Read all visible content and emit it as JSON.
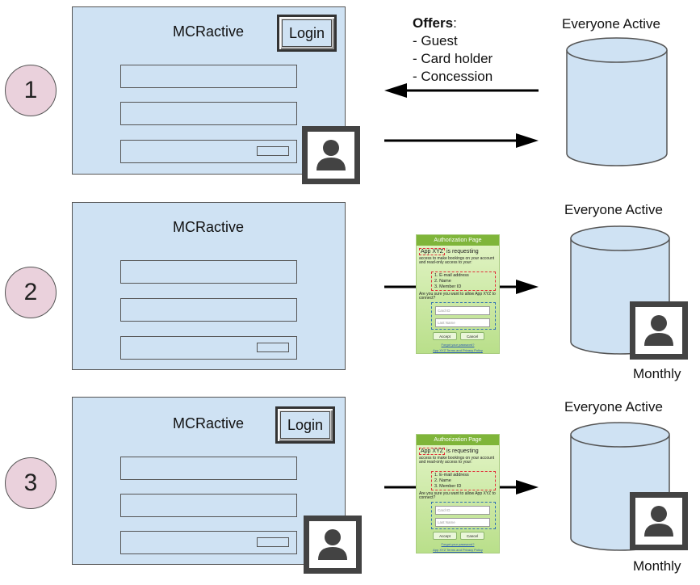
{
  "app_name": "MCRactive",
  "login_label": "Login",
  "provider_name": "Everyone Active",
  "monthly_label": "Monthly",
  "offers": {
    "heading": "Offers",
    "items": [
      "- Guest",
      "- Card holder",
      "- Concession"
    ]
  },
  "steps": [
    "1",
    "2",
    "3"
  ],
  "auth_page": {
    "title": "Authorization Page",
    "app": "App XYZ",
    "requesting": "is requesting",
    "description": "access to make bookings on your account and read-only access to your:",
    "permissions": [
      "1.   E-mail address",
      "2.   Name",
      "3.   Member ID"
    ],
    "question": "Are you sure you want to allow App XYZ to connect?",
    "card_id_placeholder": "Card ID",
    "last_name_placeholder": "Last Name",
    "accept": "Accept",
    "cancel": "Cancel",
    "forgot": "Forgot your password?",
    "terms": "App XYZ Terms and Privacy Policy"
  },
  "colors": {
    "app_fill": "#cfe2f3",
    "step_fill": "#ead1dc",
    "avatar_frame": "#434343",
    "auth_header": "#7fb53a"
  }
}
